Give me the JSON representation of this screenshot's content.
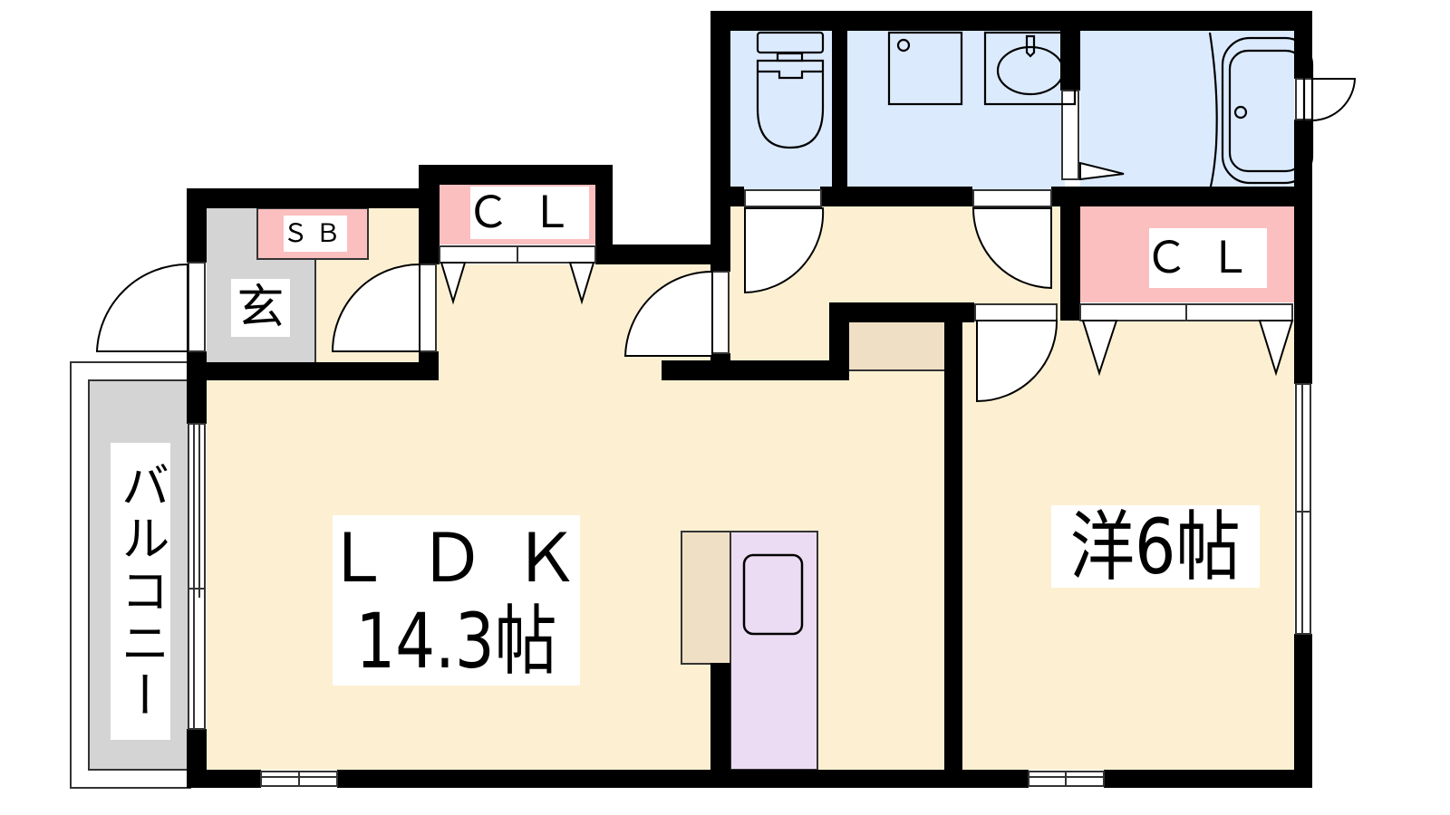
{
  "floor_plan": {
    "rooms": {
      "ldk": {
        "name": "ＬＤＫ",
        "size": "14.3帖"
      },
      "western_room": {
        "label": "洋6帖"
      },
      "entrance": {
        "label": "玄"
      },
      "shoe_box": {
        "label": "ＳＢ"
      },
      "closet_1": {
        "label": "ＣＬ"
      },
      "closet_2": {
        "label": "ＣＬ"
      },
      "balcony": {
        "label": "バルコニー"
      }
    },
    "colors": {
      "wall": "#000000",
      "living_floor": "#fdf0d2",
      "wet_area": "#dbeafc",
      "closet": "#fcbfbf",
      "entrance": "#d4d4d4",
      "balcony": "#d4d4d4",
      "fridge_space": "#efdfc4",
      "kitchen": "#ecdcf3"
    }
  }
}
